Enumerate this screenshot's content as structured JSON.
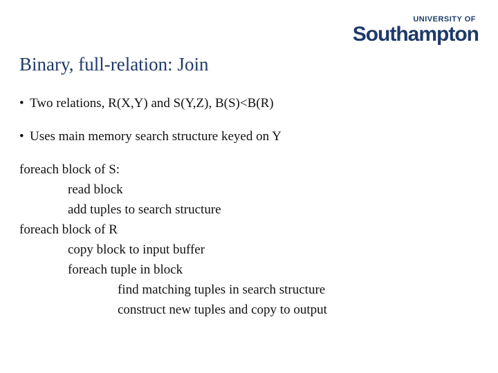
{
  "logo": {
    "top": "UNIVERSITY OF",
    "main": "Southampton"
  },
  "slide": {
    "title": "Binary, full-relation: Join",
    "bullets": [
      "Two relations, R(X,Y) and S(Y,Z), B(S)<B(R)",
      "Uses main memory search structure keyed on Y"
    ],
    "bullet_symbol": "•",
    "code": [
      "foreach block of S:",
      "read block",
      "add tuples to search structure",
      "foreach block of R",
      "copy block to input buffer",
      "foreach tuple in block",
      "find matching tuples in search structure",
      "construct new tuples and copy to output"
    ]
  }
}
